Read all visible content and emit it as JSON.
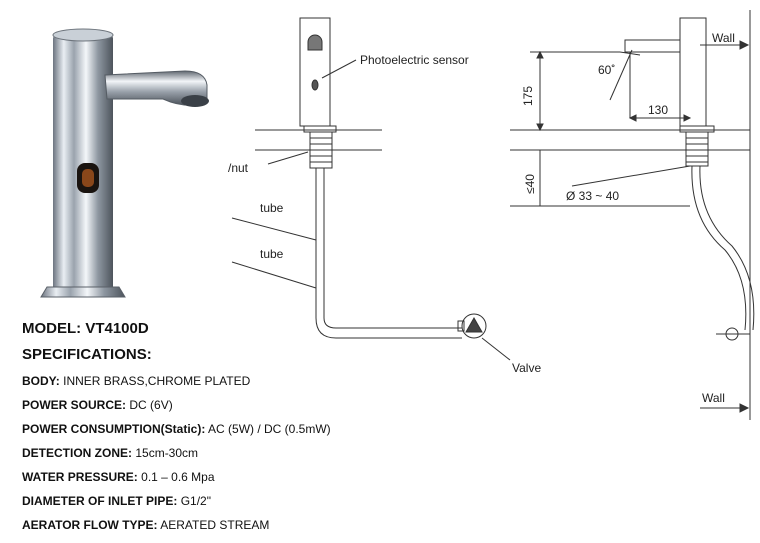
{
  "diagram": {
    "sensor_label": "Photoelectric sensor",
    "nut_label": "/nut",
    "tube_label_1": "tube",
    "tube_label_2": "tube",
    "valve_label": "Valve",
    "wall_label_top": "Wall",
    "wall_label_bottom": "Wall",
    "angle_label": "60˚",
    "dim_height": "175",
    "dim_reach": "130",
    "dim_diameter": "Ø 33 ~ 40",
    "dim_thickness": "≤40"
  },
  "specs": {
    "model": "MODEL: VT4100D",
    "title": "SPECIFICATIONS:",
    "rows": [
      {
        "key": "BODY:",
        "value": "INNER BRASS,CHROME PLATED"
      },
      {
        "key": "POWER SOURCE:",
        "value": "DC (6V)"
      },
      {
        "key": "POWER CONSUMPTION(Static):",
        "value": "AC (5W) / DC (0.5mW)"
      },
      {
        "key": "DETECTION ZONE:",
        "value": "15cm-30cm"
      },
      {
        "key": "WATER PRESSURE:",
        "value": "0.1 – 0.6 Mpa"
      },
      {
        "key": "DIAMETER OF INLET PIPE:",
        "value": "G1/2\""
      },
      {
        "key": "AERATOR FLOW TYPE:",
        "value": "AERATED STREAM"
      }
    ]
  }
}
